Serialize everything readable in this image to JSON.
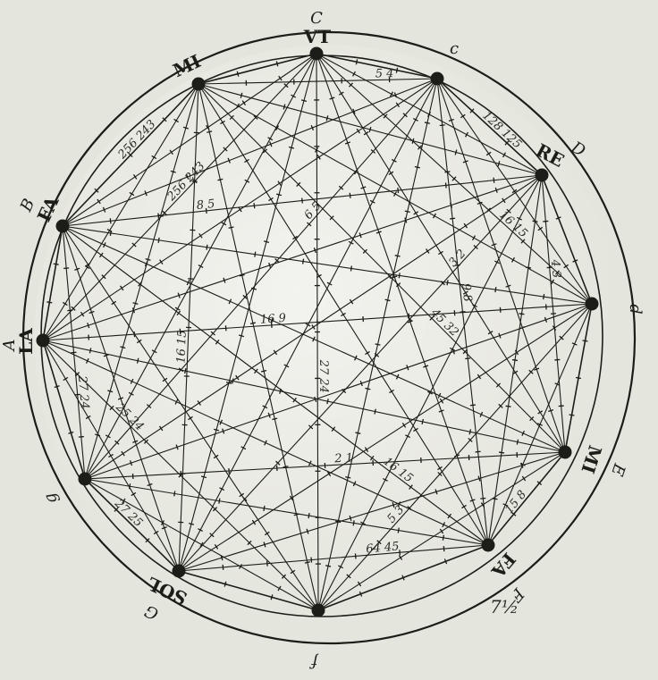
{
  "diagram": {
    "nodes": [
      {
        "id": "ut",
        "note": "VT",
        "letter": "C"
      },
      {
        "id": "cs",
        "note": "",
        "letter": "c"
      },
      {
        "id": "re",
        "note": "RE",
        "letter": "D"
      },
      {
        "id": "ds",
        "note": "",
        "letter": "d"
      },
      {
        "id": "mi2",
        "note": "MI",
        "letter": "E"
      },
      {
        "id": "fa2",
        "note": "FA",
        "letter": "F"
      },
      {
        "id": "fs",
        "note": "",
        "letter": "f"
      },
      {
        "id": "sol",
        "note": "SOL",
        "letter": "G"
      },
      {
        "id": "gs",
        "note": "",
        "letter": "g"
      },
      {
        "id": "la",
        "note": "LA",
        "letter": "A"
      },
      {
        "id": "fa1",
        "note": "FA",
        "letter": "B"
      },
      {
        "id": "mi1",
        "note": "MI",
        "letter": ""
      }
    ],
    "edge_labels": [
      "16 15",
      "27 24",
      "256 243",
      "128 125",
      "9 8",
      "6 5",
      "5 4",
      "4 3",
      "3 2",
      "8 5",
      "5 3",
      "16 9",
      "15 8",
      "2 1",
      "45 32",
      "64 45",
      "16 15",
      "25 24",
      "27 25"
    ],
    "extra_marks": [
      "7½"
    ],
    "colors": {
      "paper": "#e4e5dc",
      "ink": "#1c1c18"
    }
  }
}
